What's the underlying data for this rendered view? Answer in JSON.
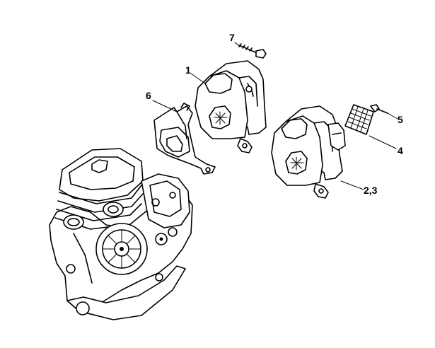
{
  "callouts": {
    "c1": "1",
    "c23": "2,3",
    "c4": "4",
    "c5": "5",
    "c6": "6",
    "c7": "7"
  },
  "colors": {
    "line": "#000000",
    "background": "#ffffff"
  }
}
